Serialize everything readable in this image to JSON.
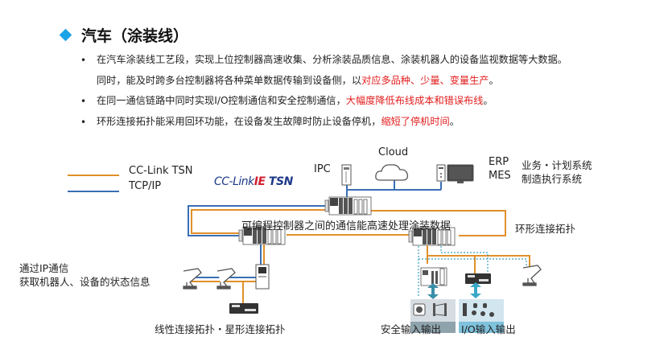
{
  "title": {
    "icon": "diamond-bullet-icon",
    "text": "汽车（涂装线）",
    "accent_color": "#1aa3e6"
  },
  "bullets": [
    {
      "lines": [
        {
          "normal": "在汽车涂装线工艺段，实现上位控制器高速收集、分析涂装品质信息、涂装机器人的设备监视数据等大数据。",
          "highlight": "",
          "tail": ""
        },
        {
          "normal": "同时，能及时跨多台控制器将各种菜单数据传输到设备侧，以",
          "highlight": "对应多品种、少量、变量生产",
          "tail": "。"
        }
      ]
    },
    {
      "lines": [
        {
          "normal": "在同一通信链路中同时实现I/O控制通信和安全控制通信，",
          "highlight": "大幅度降低布线成本和错误布线",
          "tail": "。"
        }
      ]
    },
    {
      "lines": [
        {
          "normal": "环形连接拓扑能采用回环功能，在设备发生故障时防止设备停机，",
          "highlight": "缩短了停机时间",
          "tail": "。"
        }
      ]
    }
  ],
  "highlight_color": "#e21c1c",
  "legend": [
    {
      "label": "CC-Link TSN",
      "color": "#e0902a"
    },
    {
      "label": "TCP/IP",
      "color": "#3a6fb5"
    }
  ],
  "logo": {
    "part1": "CC-Link",
    "part2": "IE",
    "part3": " TSN"
  },
  "diagram": {
    "cloud_label": "Cloud",
    "ipc_label": "IPC",
    "erp_label": "ERP",
    "erp_desc": "业务・计划系统",
    "mes_label": "MES",
    "mes_desc": "制造执行系统",
    "plc_comm_label": "可编程控制器之间的通信能高速处理涂装数据",
    "ring_label": "环形连接拓扑",
    "ip_comm_line1": "通过IP通信",
    "ip_comm_line2": "获取机器人、设备的状态信息",
    "linear_star_label": "线性连接拓扑・星形连接拓扑",
    "safety_io_label": "安全输入输出",
    "io_label": "I/O输入输出"
  }
}
